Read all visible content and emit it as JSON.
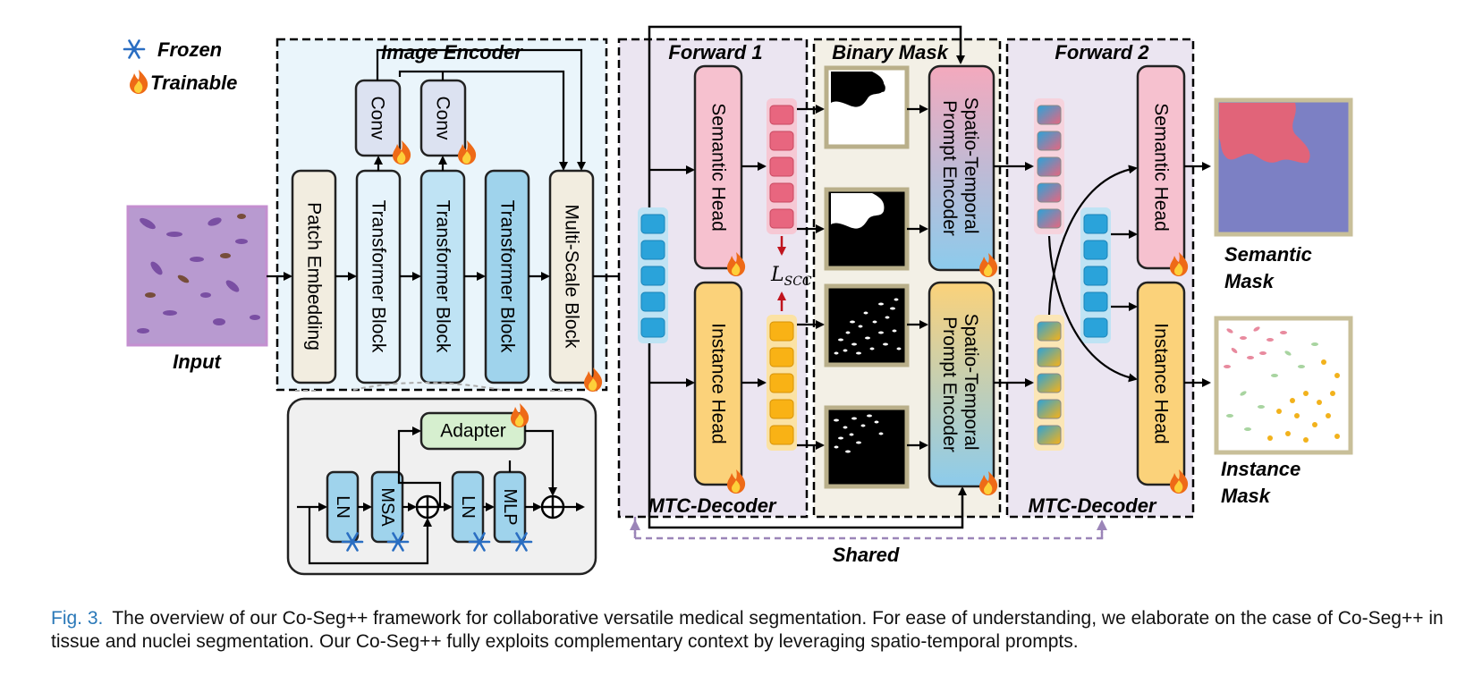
{
  "legend": {
    "frozen": "Frozen",
    "trainable": "Trainable",
    "frozen_icon": "snowflake-icon",
    "trainable_icon": "flame-icon"
  },
  "input": {
    "label": "Input"
  },
  "encoder": {
    "title": "Image Encoder",
    "blocks": [
      "Patch Embedding",
      "Transformer Block",
      "Transformer Block",
      "Transformer Block",
      "Multi-Scale Block"
    ],
    "conv": [
      "Conv",
      "Conv"
    ]
  },
  "detail": {
    "ln1": "LN",
    "msa": "MSA",
    "ln2": "LN",
    "mlp": "MLP",
    "adapter": "Adapter"
  },
  "forward1": {
    "title": "Forward 1",
    "semantic_head": "Semantic Head",
    "instance_head": "Instance Head",
    "decoder": "MTC-Decoder",
    "loss_main": "L",
    "loss_sub": "SCC"
  },
  "binary": {
    "title": "Binary Mask",
    "prompt_encoder": [
      "Spatio-Temporal",
      "Prompt Encoder"
    ]
  },
  "forward2": {
    "title": "Forward 2",
    "semantic_head": "Semantic Head",
    "instance_head": "Instance Head",
    "decoder": "MTC-Decoder"
  },
  "outputs": {
    "semantic": [
      "Semantic",
      "Mask"
    ],
    "instance": [
      "Instance",
      "Mask"
    ]
  },
  "shared": "Shared",
  "caption": {
    "fig": "Fig. 3.",
    "text": "The overview of our Co-Seg++ framework for collaborative versatile medical segmentation. For ease of understanding, we elaborate on the case of Co-Seg++ in tissue and nuclei segmentation. Our Co-Seg++ fully exploits complementary context by leveraging spatio-temporal prompts."
  },
  "colors": {
    "frozen_block": "#e6f3fb",
    "trainable_block": "#9fd3ec",
    "semantic": "#f6c1cf",
    "instance": "#fbd27a",
    "adapter": "#d6efcf",
    "token_blue": "#2aa3da",
    "token_pink": "#e8667f",
    "token_orange": "#f9b215",
    "sem_bg": "#7c80c4"
  }
}
